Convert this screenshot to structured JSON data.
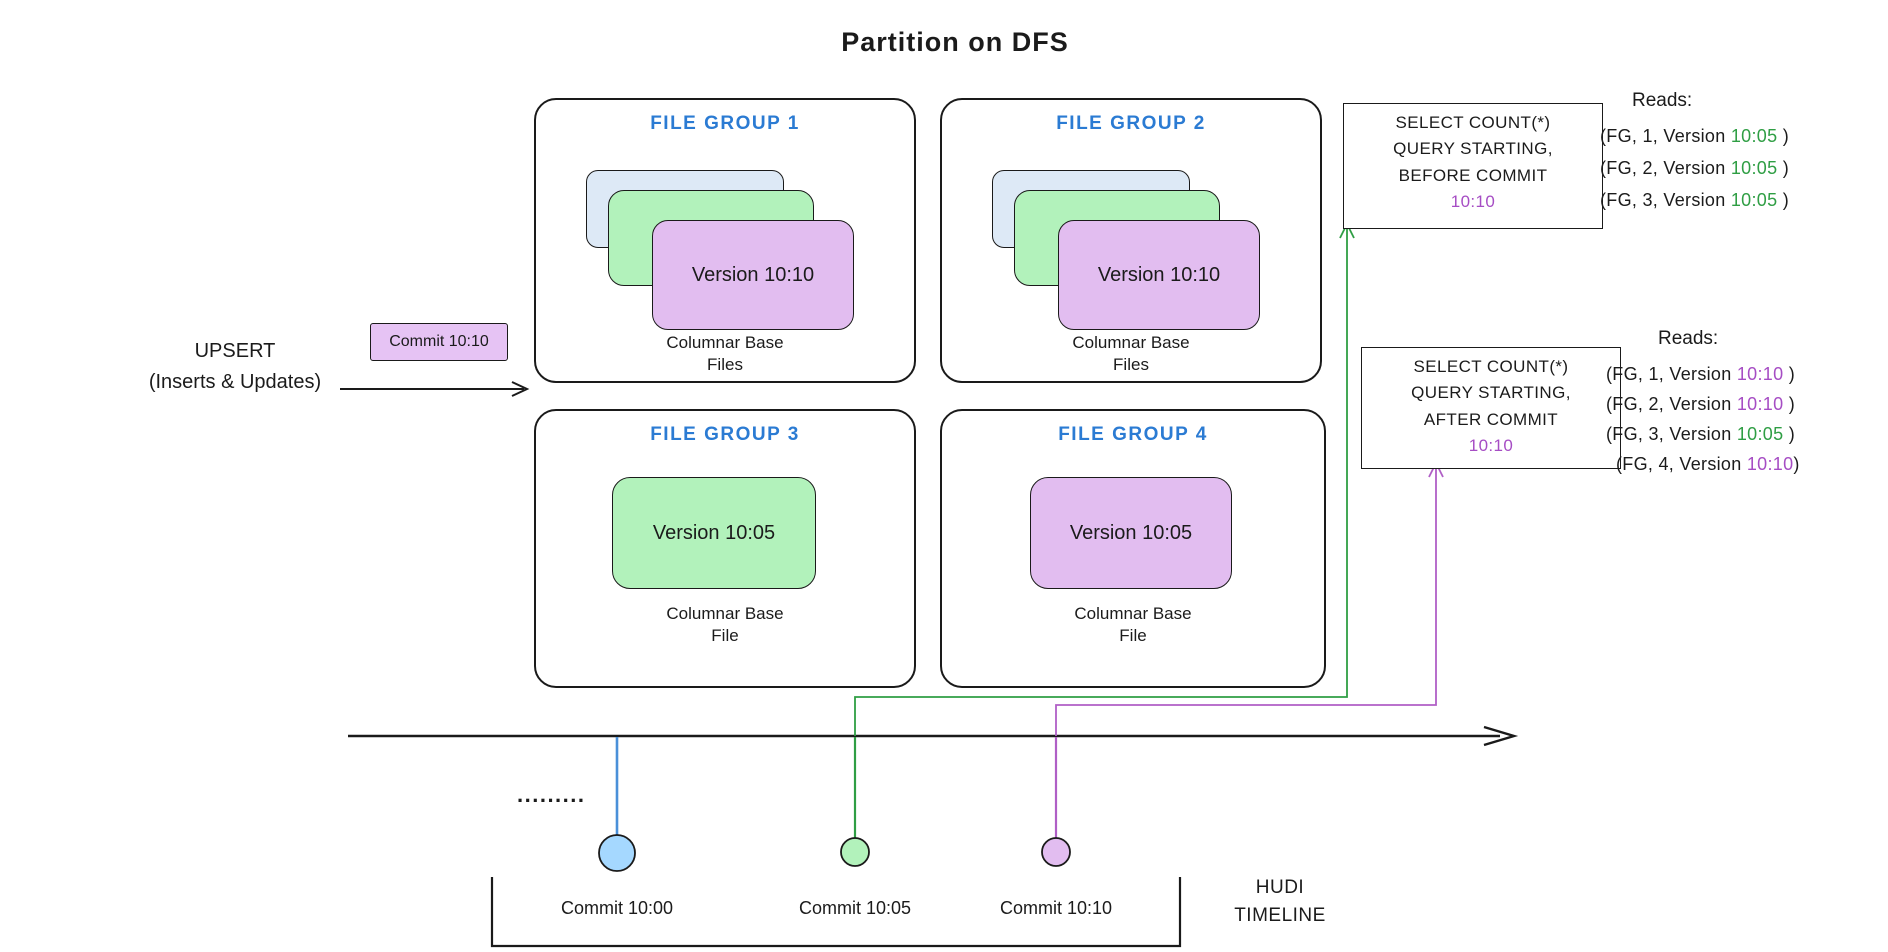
{
  "title": "Partition on DFS",
  "upsert": {
    "line1": "UPSERT",
    "line2": "(Inserts & Updates)"
  },
  "commit_badge": "Commit 10:10",
  "file_groups": [
    {
      "name": "FILE GROUP 1",
      "version": "Version 10:10",
      "caption1": "Columnar Base",
      "caption2": "Files"
    },
    {
      "name": "FILE GROUP 2",
      "version": "Version 10:10",
      "caption1": "Columnar Base",
      "caption2": "Files"
    },
    {
      "name": "FILE GROUP 3",
      "version": "Version 10:05",
      "caption1": "Columnar Base",
      "caption2": "File"
    },
    {
      "name": "FILE GROUP 4",
      "version": "Version 10:05",
      "caption1": "Columnar Base",
      "caption2": "File"
    }
  ],
  "query_before": {
    "line1": "SELECT COUNT(*)",
    "line2": "QUERY STARTING,",
    "line3": "BEFORE COMMIT",
    "commit": "10:10",
    "reads_title": "Reads:",
    "reads": [
      {
        "prefix": "(FG, 1, Version ",
        "value": "10:05",
        "suffix": " )",
        "color": "green"
      },
      {
        "prefix": "(FG, 2, Version ",
        "value": "10:05",
        "suffix": " )",
        "color": "green"
      },
      {
        "prefix": "(FG, 3, Version ",
        "value": "10:05",
        "suffix": " )",
        "color": "green"
      }
    ]
  },
  "query_after": {
    "line1": "SELECT COUNT(*)",
    "line2": "QUERY STARTING,",
    "line3": "AFTER COMMIT",
    "commit": "10:10",
    "reads_title": "Reads:",
    "reads": [
      {
        "prefix": "(FG, 1, Version ",
        "value": "10:10",
        "suffix": " )",
        "color": "purple"
      },
      {
        "prefix": "(FG, 2, Version ",
        "value": "10:10",
        "suffix": " )",
        "color": "purple"
      },
      {
        "prefix": "(FG, 3, Version ",
        "value": "10:05",
        "suffix": " )",
        "color": "green"
      },
      {
        "prefix": "(FG, 4, Version ",
        "value": "10:10",
        "suffix": ")",
        "color": "purple"
      }
    ]
  },
  "timeline": {
    "dots": ".........",
    "commits": [
      {
        "label": "Commit 10:00",
        "color": "blue"
      },
      {
        "label": "Commit 10:05",
        "color": "green"
      },
      {
        "label": "Commit 10:10",
        "color": "purple"
      }
    ],
    "caption1": "HUDI",
    "caption2": "TIMELINE"
  },
  "colors": {
    "fg_header_blue": "#2b7bd3",
    "version_green_text": "#2f9e44",
    "version_purple_text": "#a64dc4",
    "card_purple_fill": "#e2bdf0",
    "card_green_fill": "#b2f2bb",
    "card_lightblue_fill": "#dde9f6",
    "commit_blue_fill": "#a5d8ff",
    "stem_blue": "#4a90d9",
    "stem_green": "#2f9e44",
    "stem_purple": "#b05fc6",
    "ink": "#1a1a1a"
  }
}
